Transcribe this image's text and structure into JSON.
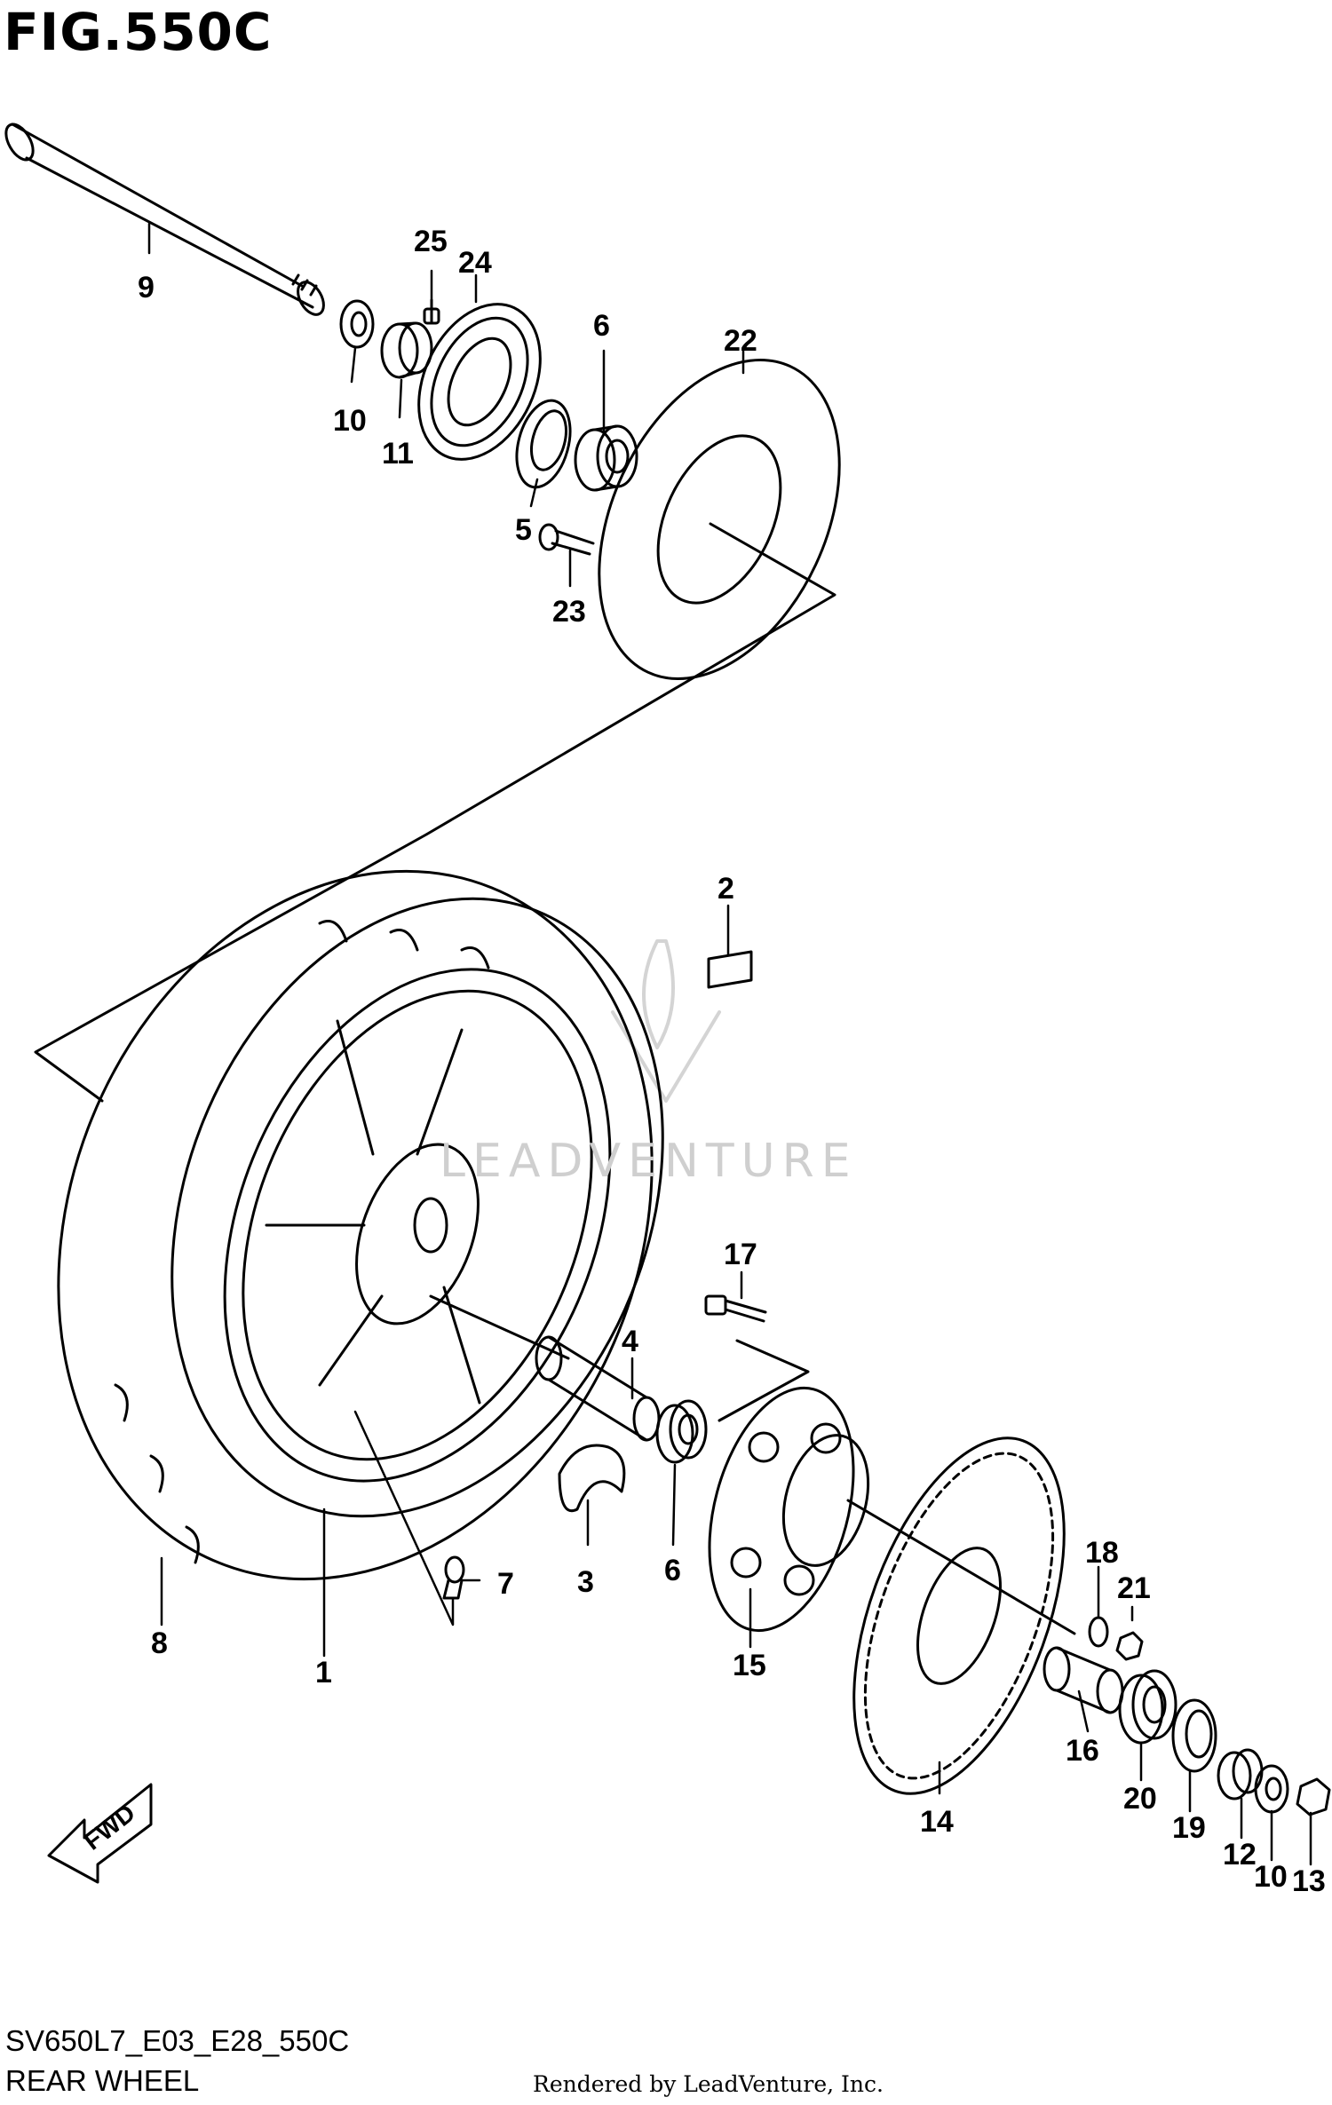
{
  "figure": {
    "title": "FIG.550C",
    "code": "SV650L7_E03_E28_550C",
    "name": "REAR WHEEL",
    "rendered_by": "Rendered by LeadVenture, Inc.",
    "watermark": "LEADVENTURE"
  },
  "callouts": [
    {
      "id": "c9",
      "label": "9"
    },
    {
      "id": "c25",
      "label": "25"
    },
    {
      "id": "c24",
      "label": "24"
    },
    {
      "id": "c10a",
      "label": "10"
    },
    {
      "id": "c11",
      "label": "11"
    },
    {
      "id": "c6a",
      "label": "6"
    },
    {
      "id": "c22",
      "label": "22"
    },
    {
      "id": "c5",
      "label": "5"
    },
    {
      "id": "c23",
      "label": "23"
    },
    {
      "id": "c2",
      "label": "2"
    },
    {
      "id": "c17",
      "label": "17"
    },
    {
      "id": "c4",
      "label": "4"
    },
    {
      "id": "c6b",
      "label": "6"
    },
    {
      "id": "c3",
      "label": "3"
    },
    {
      "id": "c7",
      "label": "7"
    },
    {
      "id": "c8",
      "label": "8"
    },
    {
      "id": "c1",
      "label": "1"
    },
    {
      "id": "c15",
      "label": "15"
    },
    {
      "id": "c18",
      "label": "18"
    },
    {
      "id": "c21",
      "label": "21"
    },
    {
      "id": "c16",
      "label": "16"
    },
    {
      "id": "c20",
      "label": "20"
    },
    {
      "id": "c19",
      "label": "19"
    },
    {
      "id": "c12",
      "label": "12"
    },
    {
      "id": "c10b",
      "label": "10"
    },
    {
      "id": "c13",
      "label": "13"
    },
    {
      "id": "c14",
      "label": "14"
    }
  ],
  "fwd_label": "FWD",
  "colors": {
    "line": "#000000",
    "watermark": "#cfcfcf"
  }
}
